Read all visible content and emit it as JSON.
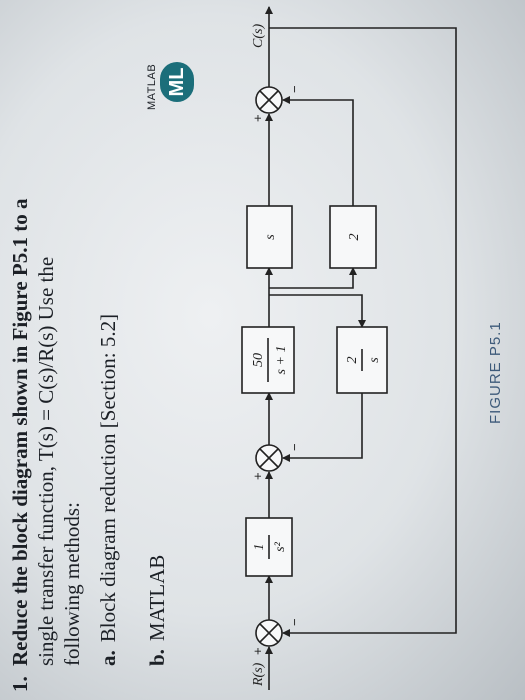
{
  "problem": {
    "number": "1.",
    "line1": "Reduce the block diagram shown in Figure P5.1 to a",
    "line2": "single transfer function, T(s) = C(s)/R(s) Use the",
    "line3": "following methods:",
    "item_a_letter": "a.",
    "item_a_text": "Block diagram reduction [Section: 5.2]",
    "item_b_letter": "b.",
    "item_b_text": "MATLAB",
    "matlab_tag": "MATLAB",
    "ml_badge": "ML"
  },
  "diagram": {
    "input_label": "R(s)",
    "output_label": "C(s)",
    "block1": {
      "num": "1",
      "den": "s²"
    },
    "block2": {
      "num": "50",
      "den": "s + 1"
    },
    "block3": "s",
    "block4": {
      "num": "2",
      "den": "s"
    },
    "block5": "2",
    "sign_plus": "+",
    "sign_minus": "−",
    "caption": "FIGURE P5.1"
  },
  "colors": {
    "badge": "#1b6e7a",
    "caption": "#3d5a7a"
  }
}
